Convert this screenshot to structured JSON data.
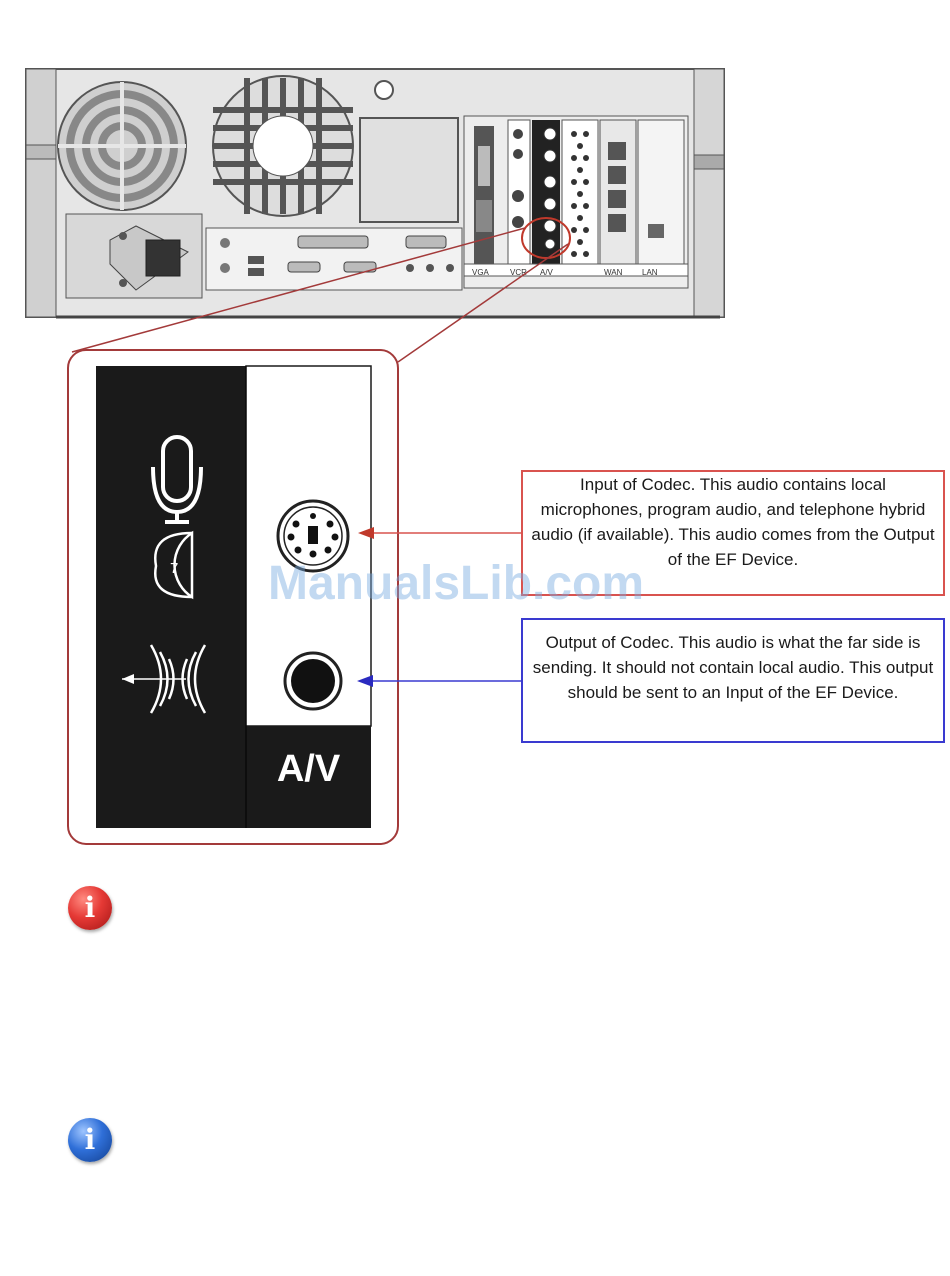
{
  "callouts": {
    "input": "Input of Codec.  This audio contains local microphones, program audio, and telephone hybrid audio (if available).  This audio comes from the Output of the EF Device.",
    "output": "Output of Codec.  This audio is what the far side is sending.  It should not contain local audio.  This output should be sent to an Input of the EF Device."
  },
  "panel": {
    "label": "A/V",
    "channel_number": "7"
  },
  "rear_labels": {
    "vga": "VGA",
    "vcr": "VCR",
    "av": "A/V",
    "wan": "WAN",
    "lan": "LAN"
  },
  "watermark": "ManualsLib.com",
  "icons": {
    "note_red": "info-icon-red",
    "note_blue": "info-icon-blue",
    "glyph": "i"
  },
  "colors": {
    "input_arrow": "#d9534f",
    "output_arrow": "#3a3ad0",
    "zoom_outline": "#a33a3a"
  }
}
